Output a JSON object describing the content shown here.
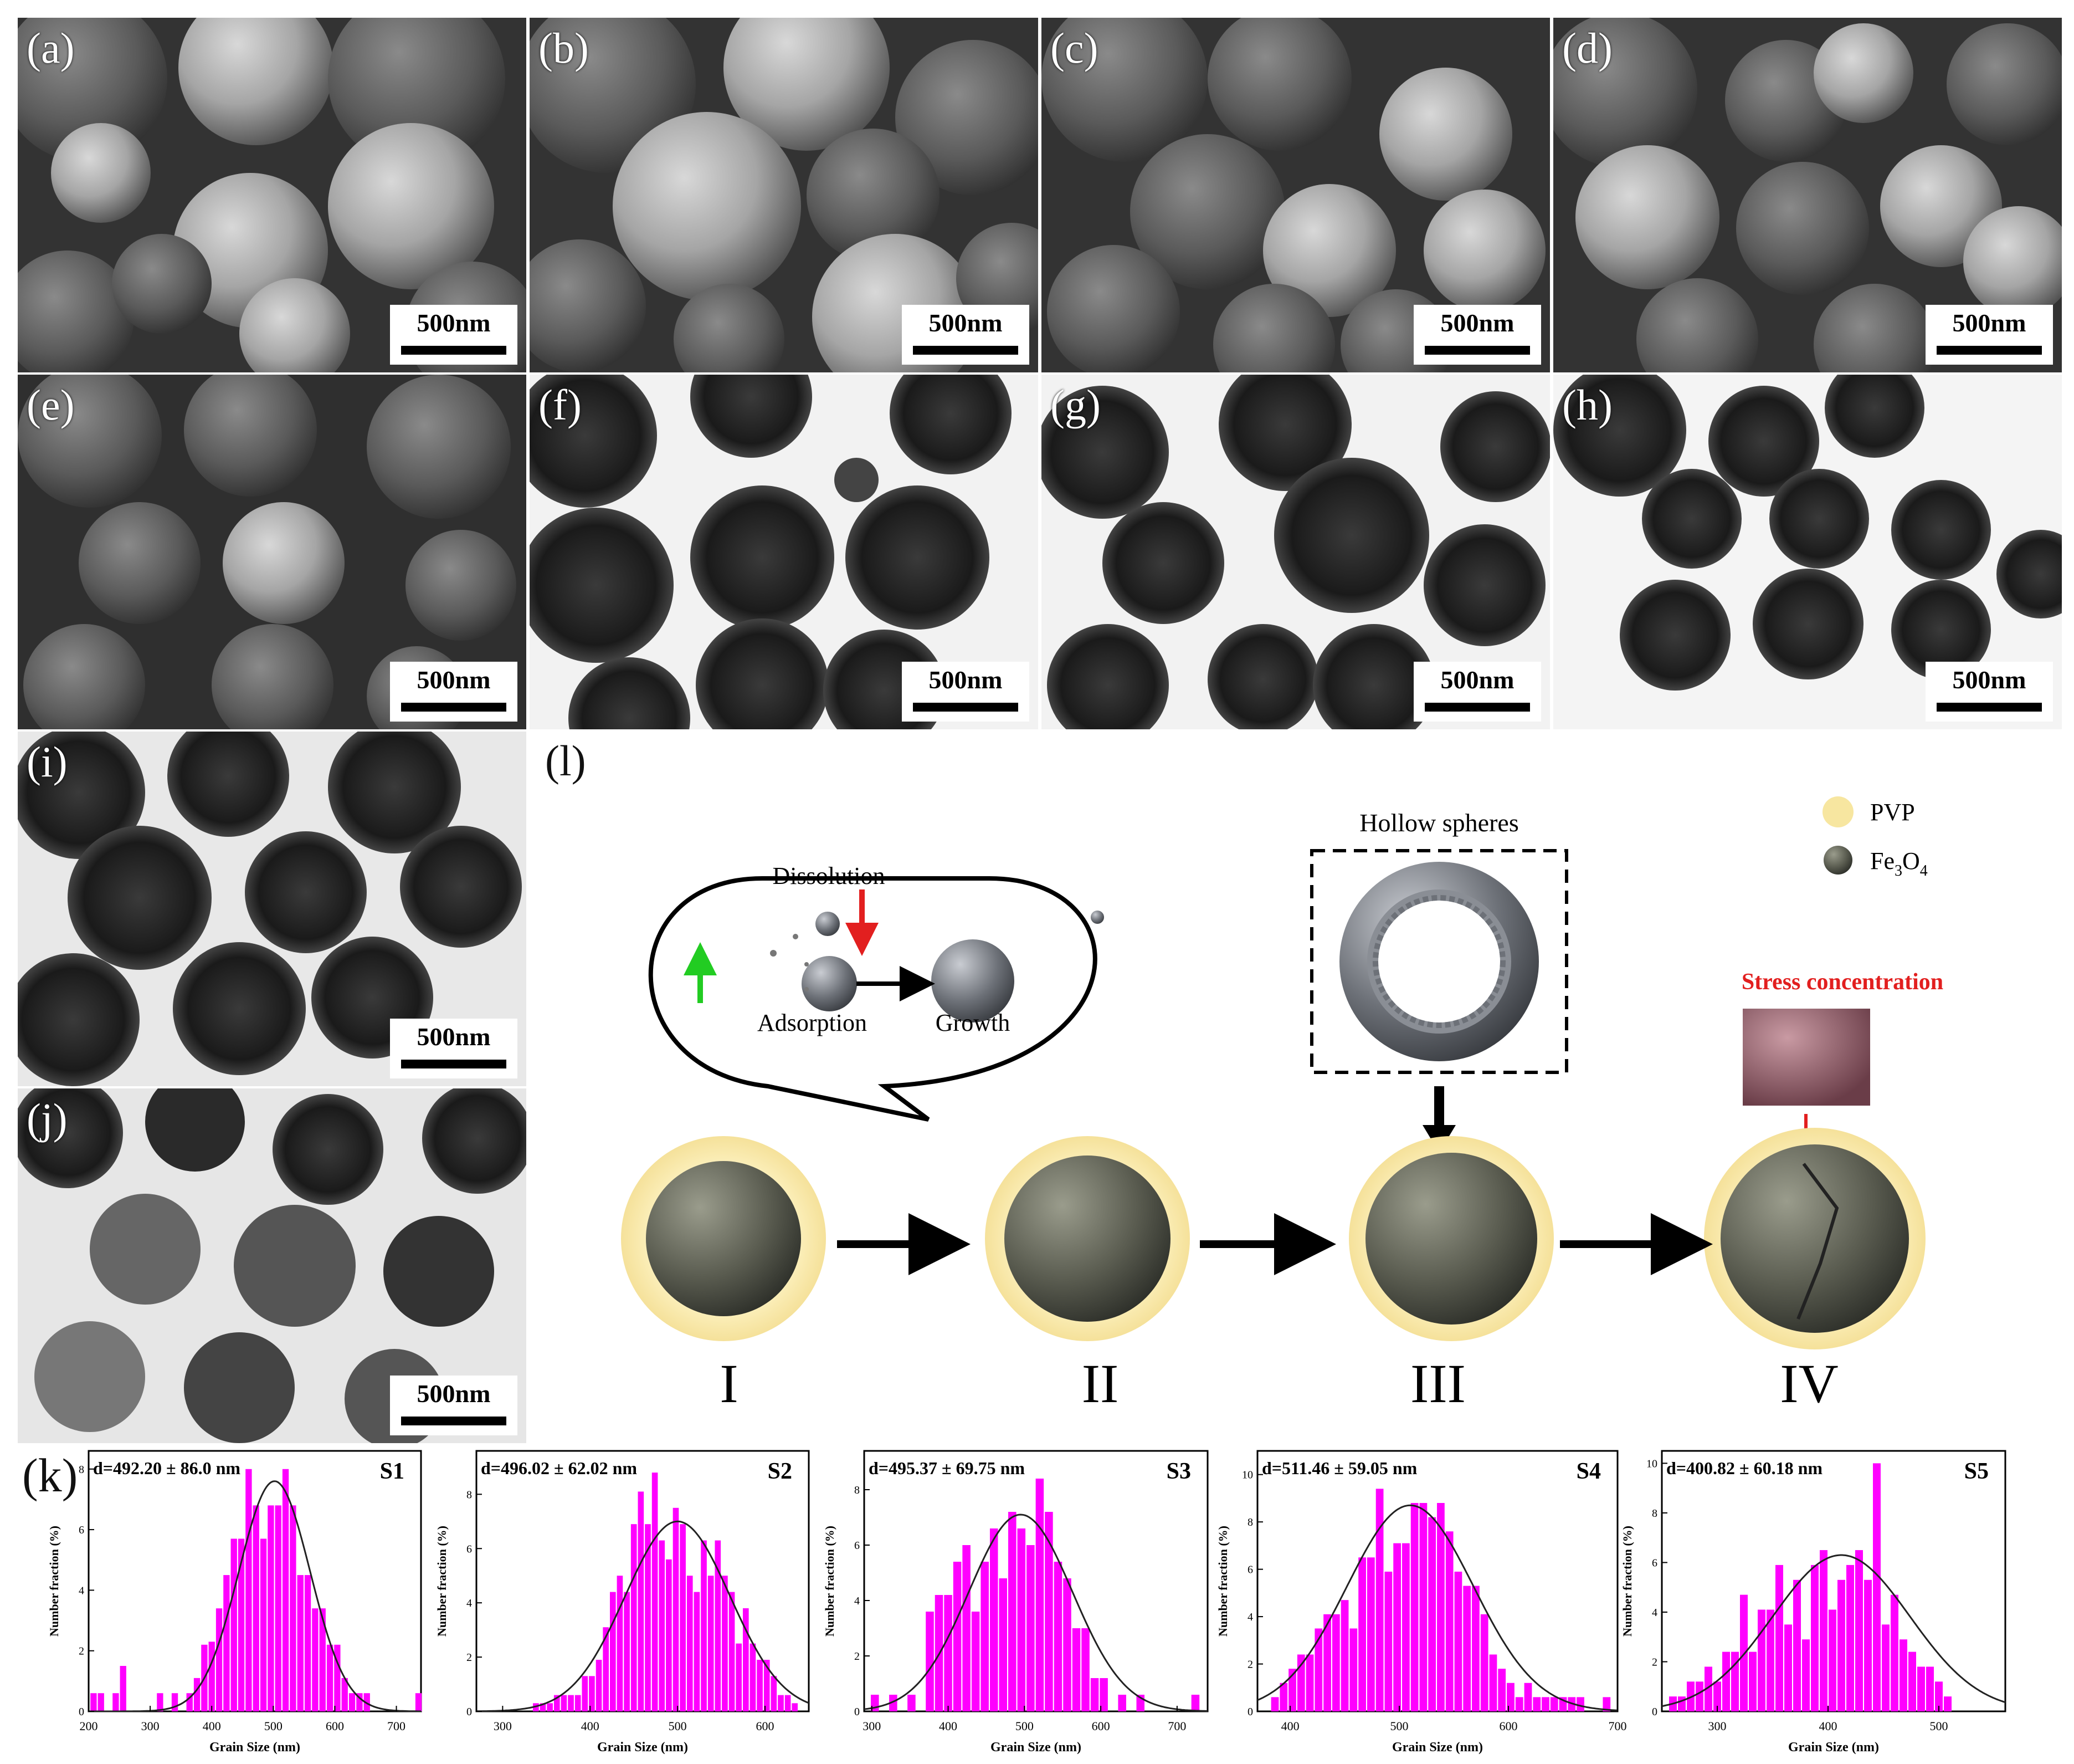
{
  "panels": {
    "a": {
      "label": "(a)",
      "scale": "500nm"
    },
    "b": {
      "label": "(b)",
      "scale": "500nm"
    },
    "c": {
      "label": "(c)",
      "scale": "500nm"
    },
    "d": {
      "label": "(d)",
      "scale": "500nm"
    },
    "e": {
      "label": "(e)",
      "scale": "500nm"
    },
    "f": {
      "label": "(f)",
      "scale": "500nm"
    },
    "g": {
      "label": "(g)",
      "scale": "500nm"
    },
    "h": {
      "label": "(h)",
      "scale": "500nm"
    },
    "i": {
      "label": "(i)",
      "scale": "500nm"
    },
    "j": {
      "label": "(j)",
      "scale": "500nm"
    }
  },
  "schematic": {
    "label": "(l)",
    "dissolution": "Dissolution",
    "adsorption": "Adsorption",
    "growth": "Growth",
    "hollow_spheres": "Hollow spheres",
    "stress": "Stress concentration",
    "legend_pvp": "PVP",
    "legend_fe3o4_main": "Fe",
    "legend_fe3o4_sub1": "3",
    "legend_fe3o4_mid": "O",
    "legend_fe3o4_sub2": "4",
    "stages": [
      "I",
      "II",
      "III",
      "IV"
    ],
    "colors": {
      "pvp": "#f7e6a0",
      "fe3o4": "#55574c",
      "stress_arrow": "#e21f1f",
      "adsorption_arrow": "#22cc22"
    }
  },
  "histogram_label": "(k)",
  "chart_data": [
    {
      "type": "bar",
      "name": "S1",
      "annotation": "d=492.20 ± 86.0 nm",
      "xlabel": "Grain Size (nm)",
      "ylabel": "Number fraction (%)",
      "xlim": [
        200,
        740
      ],
      "ylim": [
        0,
        8.6
      ],
      "xticks": [
        200,
        300,
        400,
        500,
        600,
        700
      ],
      "yticks": [
        0,
        2,
        4,
        6,
        8
      ],
      "bin_width": 12,
      "x": [
        208,
        220,
        244,
        256,
        316,
        340,
        364,
        376,
        388,
        400,
        412,
        424,
        436,
        448,
        460,
        472,
        484,
        496,
        508,
        520,
        532,
        544,
        556,
        568,
        580,
        592,
        604,
        616,
        628,
        640,
        652,
        736
      ],
      "values": [
        0.6,
        0.6,
        0.6,
        1.5,
        0.6,
        0.6,
        0.6,
        1.1,
        2.2,
        2.3,
        3.4,
        4.5,
        5.7,
        5.7,
        8.0,
        6.8,
        5.7,
        6.8,
        6.8,
        8.0,
        6.8,
        4.5,
        4.5,
        3.4,
        3.4,
        2.2,
        2.2,
        1.1,
        0.6,
        0.6,
        0.6,
        0.6
      ],
      "fit": {
        "mean": 502,
        "sigma": 58,
        "peak": 7.6
      },
      "colors": {
        "bar": "#ff00ff",
        "fit": "#222222"
      }
    },
    {
      "type": "bar",
      "name": "S2",
      "annotation": "d=496.02 ± 62.02 nm",
      "xlabel": "Grain Size (nm)",
      "ylabel": "Number fraction (%)",
      "xlim": [
        270,
        650
      ],
      "ylim": [
        0,
        9.6
      ],
      "xticks": [
        300,
        400,
        500,
        600
      ],
      "yticks": [
        0,
        2,
        4,
        6,
        8
      ],
      "bin_width": 8,
      "x": [
        338,
        346,
        354,
        362,
        370,
        378,
        386,
        394,
        402,
        410,
        418,
        426,
        434,
        442,
        450,
        458,
        466,
        474,
        482,
        490,
        498,
        506,
        514,
        522,
        530,
        538,
        546,
        554,
        562,
        570,
        578,
        586,
        594,
        602,
        610,
        618,
        626,
        634
      ],
      "values": [
        0.3,
        0.3,
        0.3,
        0.6,
        0.6,
        0.6,
        0.6,
        1.3,
        1.3,
        1.9,
        3.1,
        4.4,
        5.0,
        4.4,
        6.9,
        8.1,
        6.9,
        8.8,
        6.3,
        5.6,
        7.5,
        6.9,
        5.0,
        4.4,
        6.3,
        5.0,
        6.3,
        5.0,
        4.4,
        2.5,
        3.8,
        2.5,
        1.9,
        1.9,
        1.3,
        0.6,
        0.6,
        0.3
      ],
      "fit": {
        "mean": 500,
        "sigma": 60,
        "peak": 7.0
      },
      "colors": {
        "bar": "#ff00ff",
        "fit": "#222222"
      }
    },
    {
      "type": "bar",
      "name": "S3",
      "annotation": "d=495.37 ± 69.75 nm",
      "xlabel": "Grain Size (nm)",
      "ylabel": "Number fraction (%)",
      "xlim": [
        290,
        740
      ],
      "ylim": [
        0,
        9.4
      ],
      "xticks": [
        300,
        400,
        500,
        600,
        700
      ],
      "yticks": [
        0,
        2,
        4,
        6,
        8
      ],
      "bin_width": 12,
      "x": [
        304,
        328,
        352,
        376,
        388,
        400,
        412,
        424,
        436,
        448,
        460,
        472,
        484,
        496,
        508,
        520,
        532,
        544,
        556,
        568,
        580,
        592,
        604,
        628,
        652,
        724
      ],
      "values": [
        0.6,
        0.6,
        0.6,
        3.6,
        4.2,
        4.2,
        5.4,
        6.0,
        3.6,
        5.4,
        6.6,
        4.8,
        7.2,
        6.6,
        6.0,
        8.4,
        7.2,
        5.4,
        4.8,
        3.0,
        3.0,
        1.2,
        1.2,
        0.6,
        0.6,
        0.6
      ],
      "fit": {
        "mean": 495,
        "sigma": 68,
        "peak": 7.1
      },
      "colors": {
        "bar": "#ff00ff",
        "fit": "#222222"
      }
    },
    {
      "type": "bar",
      "name": "S4",
      "annotation": "d=511.46 ± 59.05 nm",
      "xlabel": "Grain Size (nm)",
      "ylabel": "Number fraction (%)",
      "xlim": [
        370,
        700
      ],
      "ylim": [
        0,
        11
      ],
      "xticks": [
        400,
        500,
        600,
        700
      ],
      "yticks": [
        0,
        2,
        4,
        6,
        8,
        10
      ],
      "bin_width": 8,
      "x": [
        386,
        394,
        402,
        410,
        418,
        426,
        434,
        442,
        450,
        458,
        466,
        474,
        482,
        490,
        498,
        506,
        514,
        522,
        530,
        538,
        546,
        554,
        562,
        570,
        578,
        586,
        594,
        602,
        610,
        618,
        626,
        634,
        642,
        650,
        658,
        666,
        690
      ],
      "values": [
        0.6,
        1.2,
        1.8,
        2.4,
        2.4,
        3.5,
        4.1,
        4.1,
        4.7,
        3.5,
        6.5,
        6.5,
        9.4,
        5.9,
        7.1,
        7.1,
        8.8,
        8.8,
        8.2,
        8.8,
        7.6,
        5.9,
        5.3,
        5.3,
        4.1,
        2.4,
        1.8,
        1.2,
        0.6,
        1.2,
        0.6,
        0.6,
        0.6,
        0.6,
        0.6,
        0.6,
        0.6
      ],
      "fit": {
        "mean": 510,
        "sigma": 58,
        "peak": 8.7
      },
      "colors": {
        "bar": "#ff00ff",
        "fit": "#222222"
      }
    },
    {
      "type": "bar",
      "name": "S5",
      "annotation": "d=400.82 ± 60.18 nm",
      "xlabel": "Grain Size (nm)",
      "ylabel": "Number fraction (%)",
      "xlim": [
        250,
        560
      ],
      "ylim": [
        0,
        10.5
      ],
      "xticks": [
        300,
        400,
        500
      ],
      "yticks": [
        0,
        2,
        4,
        6,
        8,
        10
      ],
      "bin_width": 8,
      "x": [
        260,
        268,
        276,
        284,
        292,
        300,
        308,
        316,
        324,
        332,
        340,
        348,
        356,
        364,
        372,
        380,
        388,
        396,
        404,
        412,
        420,
        428,
        436,
        444,
        452,
        460,
        468,
        476,
        484,
        492,
        500,
        508
      ],
      "values": [
        0.6,
        0.6,
        1.2,
        1.2,
        1.8,
        1.2,
        2.4,
        2.4,
        4.7,
        2.4,
        4.1,
        4.1,
        5.9,
        3.5,
        5.3,
        2.9,
        5.9,
        6.5,
        4.1,
        5.3,
        5.9,
        6.5,
        5.3,
        10.0,
        3.5,
        4.7,
        2.9,
        2.4,
        1.8,
        1.8,
        1.2,
        0.6
      ],
      "fit": {
        "mean": 412,
        "sigma": 62,
        "peak": 6.3
      },
      "colors": {
        "bar": "#ff00ff",
        "fit": "#222222"
      }
    }
  ]
}
